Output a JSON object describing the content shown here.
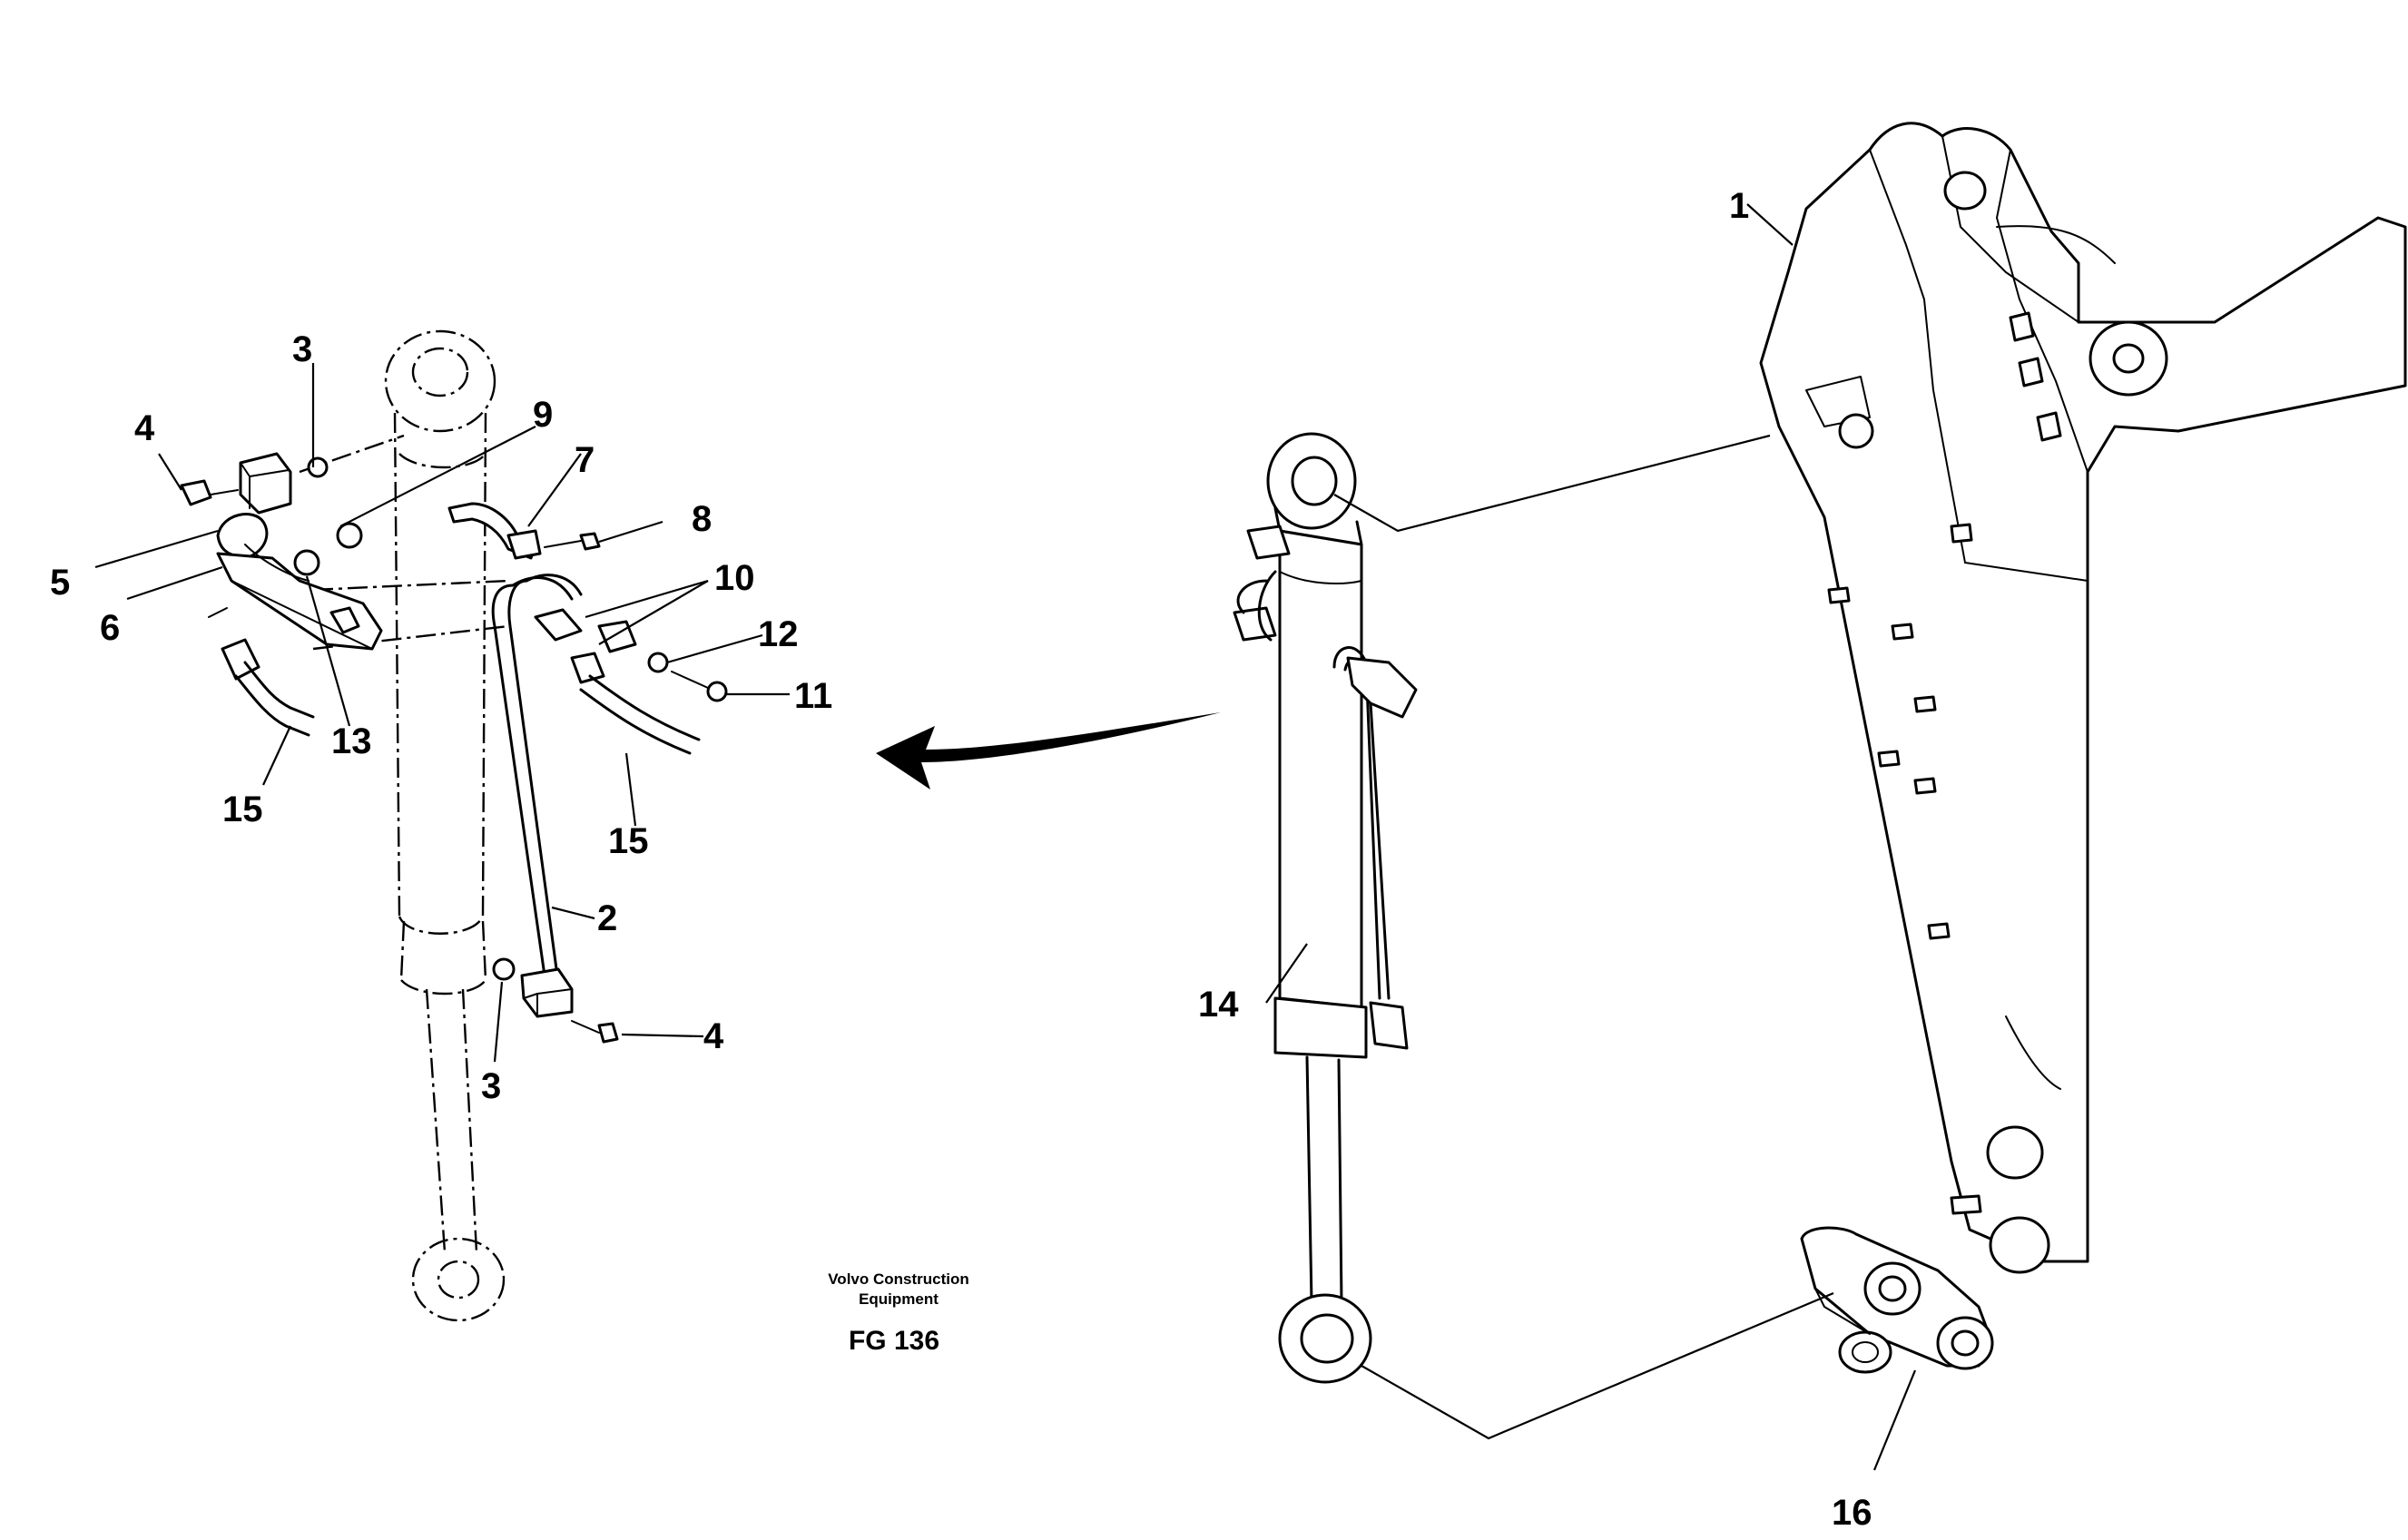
{
  "figure": {
    "caption_line1": "Volvo Construction",
    "caption_line2": "Equipment",
    "figure_code": "FG 136"
  },
  "callouts": {
    "c1": "1",
    "c2": "2",
    "c3_top": "3",
    "c3_bottom": "3",
    "c4_top": "4",
    "c4_bottom": "4",
    "c5": "5",
    "c6": "6",
    "c7": "7",
    "c8": "8",
    "c9": "9",
    "c10": "10",
    "c11": "11",
    "c12": "12",
    "c13": "13",
    "c14": "14",
    "c15_left": "15",
    "c15_right": "15",
    "c16": "16"
  }
}
